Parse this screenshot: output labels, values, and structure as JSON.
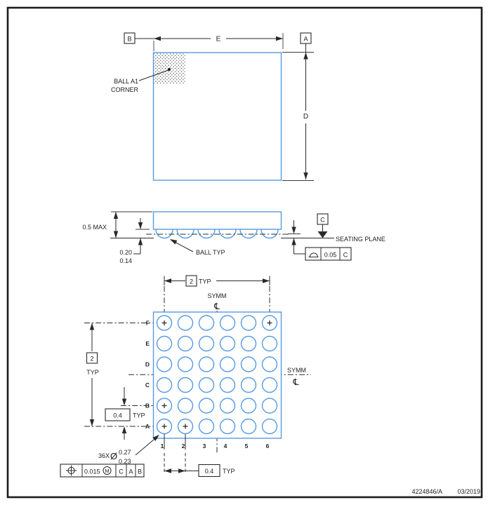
{
  "colors": {
    "outline_blue": "#559ae4",
    "ink": "#222222"
  },
  "frame": {
    "doc_number": "4224846/A",
    "doc_date": "03/2019"
  },
  "top_view": {
    "datum_b": "B",
    "datum_a": "A",
    "dim_width": "E",
    "dim_height": "D",
    "ball_a1_line1": "BALL A1",
    "ball_a1_line2": "CORNER"
  },
  "side_view": {
    "max_height": "0.5 MAX",
    "ball_height_upper": "0.20",
    "ball_height_lower": "0.14",
    "ball_label": "BALL TYP",
    "datum_c": "C",
    "seating_plane_label": "SEATING PLANE",
    "flatness_value": "0.05",
    "flatness_datum": "C"
  },
  "bottom_view": {
    "symm_label_top": "SYMM",
    "symm_label_right": "SYMM",
    "centerline_glyph": "℄",
    "pitch_top_value": "2",
    "pitch_top_suffix": "TYP",
    "pitch_left_value": "2",
    "pitch_left_suffix": "TYP",
    "offset_left_value": "0.4",
    "offset_left_suffix": "TYP",
    "offset_bottom_value": "0.4",
    "offset_bottom_suffix": "TYP",
    "rows": [
      "F",
      "E",
      "D",
      "C",
      "B",
      "A"
    ],
    "cols": [
      "1",
      "2",
      "3",
      "4",
      "5",
      "6"
    ],
    "marked_balls": [
      "F1",
      "F6",
      "B1",
      "A1",
      "A2"
    ],
    "ball_callout_count": "36X",
    "ball_callout_diameter": "Ø",
    "ball_callout_upper": "0.27",
    "ball_callout_lower": "0.23",
    "tolerance_value": "0.015",
    "tolerance_modifier": "M",
    "tolerance_datum_1": "C",
    "tolerance_datum_2": "A",
    "tolerance_datum_3": "B"
  }
}
